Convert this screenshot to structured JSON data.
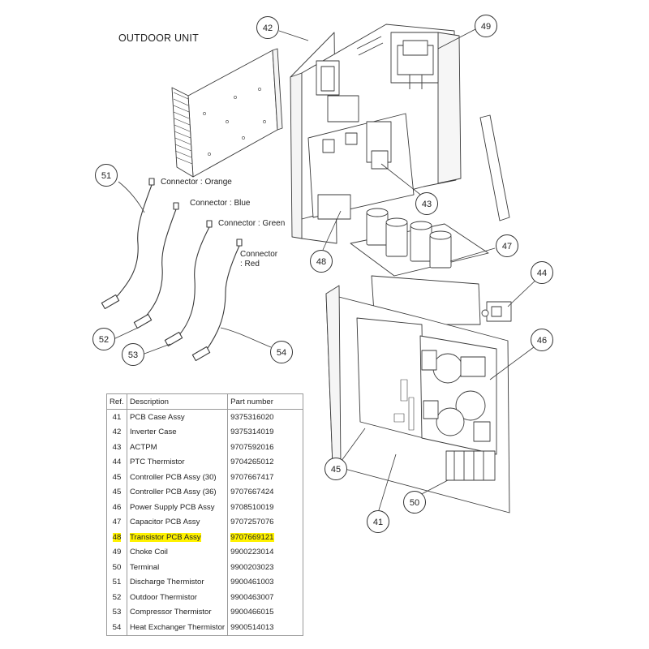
{
  "title": "OUTDOOR UNIT",
  "connectors": [
    {
      "label": "Connector : Orange"
    },
    {
      "label": "Connector : Blue"
    },
    {
      "label": "Connector : Green"
    },
    {
      "label": "Connector\n: Red"
    }
  ],
  "callouts": [
    "42",
    "49",
    "51",
    "43",
    "47",
    "48",
    "44",
    "46",
    "52",
    "53",
    "54",
    "45",
    "50",
    "41"
  ],
  "table": {
    "headers": [
      "Ref.",
      "Description",
      "Part number"
    ],
    "rows": [
      {
        "ref": "41",
        "desc": "PCB Case Assy",
        "part": "9375316020",
        "highlight": false
      },
      {
        "ref": "42",
        "desc": "Inverter Case",
        "part": "9375314019",
        "highlight": false
      },
      {
        "ref": "43",
        "desc": "ACTPM",
        "part": "9707592016",
        "highlight": false
      },
      {
        "ref": "44",
        "desc": "PTC Thermistor",
        "part": "9704265012",
        "highlight": false
      },
      {
        "ref": "45",
        "desc": "Controller PCB Assy (30)",
        "part": "9707667417",
        "highlight": false
      },
      {
        "ref": "45",
        "desc": "Controller PCB Assy (36)",
        "part": "9707667424",
        "highlight": false
      },
      {
        "ref": "46",
        "desc": "Power Supply PCB Assy",
        "part": "9708510019",
        "highlight": false
      },
      {
        "ref": "47",
        "desc": "Capacitor PCB Assy",
        "part": "9707257076",
        "highlight": false
      },
      {
        "ref": "48",
        "desc": "Transistor PCB Assy",
        "part": "9707669121",
        "highlight": true
      },
      {
        "ref": "49",
        "desc": "Choke Coil",
        "part": "9900223014",
        "highlight": false
      },
      {
        "ref": "50",
        "desc": "Terminal",
        "part": "9900203023",
        "highlight": false
      },
      {
        "ref": "51",
        "desc": "Discharge Thermistor",
        "part": "9900461003",
        "highlight": false
      },
      {
        "ref": "52",
        "desc": "Outdoor Thermistor",
        "part": "9900463007",
        "highlight": false
      },
      {
        "ref": "53",
        "desc": "Compressor Thermistor",
        "part": "9900466015",
        "highlight": false
      },
      {
        "ref": "54",
        "desc": "Heat Exchanger Thermistor",
        "part": "9900514013",
        "highlight": false
      }
    ]
  },
  "colors": {
    "line": "#3a3a3a",
    "highlight": "#fff200"
  }
}
